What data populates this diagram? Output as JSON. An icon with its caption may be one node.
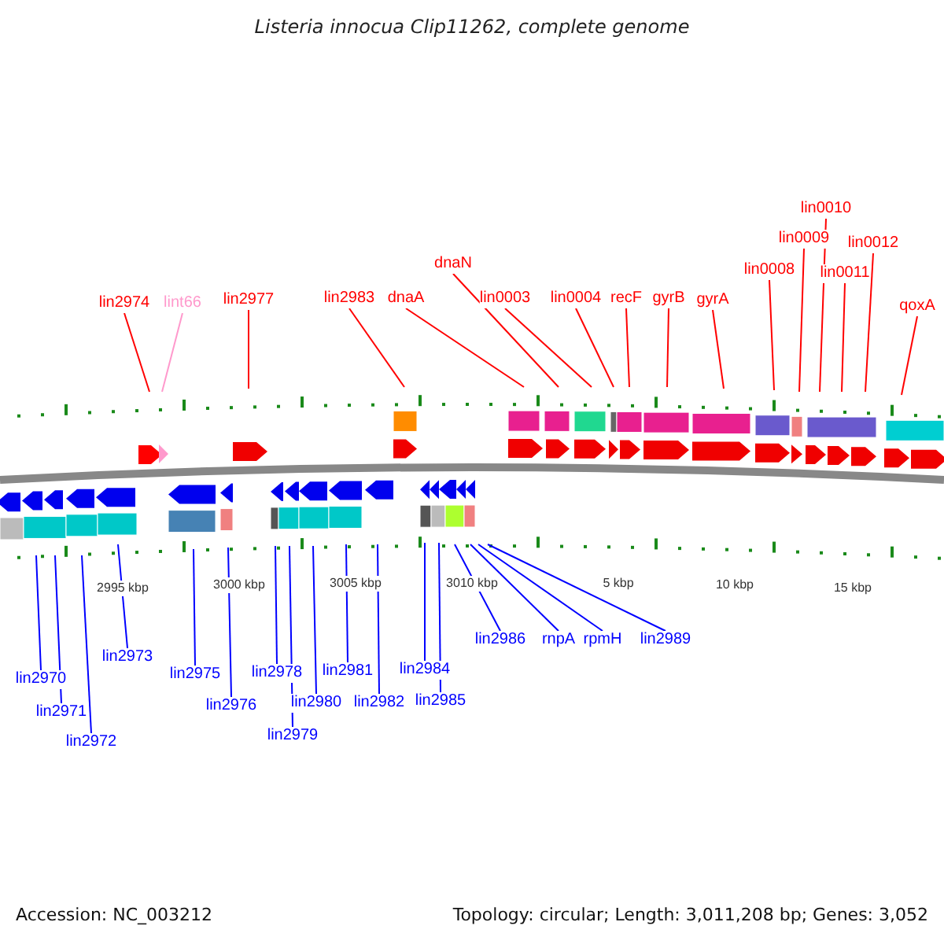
{
  "diagram": {
    "title": "Listeria innocua Clip11262, complete genome",
    "nodes": [
      {
        "text": [
          "lin2974"
        ]
      },
      {
        "text": [
          "lint66"
        ]
      },
      {
        "text": [
          "lin2977"
        ]
      },
      {
        "text": [
          "lin2983"
        ]
      },
      {
        "text": [
          "dnaA"
        ]
      },
      {
        "text": [
          "dnaN"
        ]
      },
      {
        "text": [
          "lin0003"
        ]
      },
      {
        "text": [
          "lin0004"
        ]
      },
      {
        "text": [
          "recF"
        ]
      },
      {
        "text": [
          "gyrB"
        ]
      },
      {
        "text": [
          "gyrA"
        ]
      },
      {
        "text": [
          "lin0008"
        ]
      },
      {
        "text": [
          "lin0009"
        ]
      },
      {
        "text": [
          "lin0010"
        ]
      },
      {
        "text": [
          "lin0011"
        ]
      },
      {
        "text": [
          "lin0012"
        ]
      },
      {
        "text": [
          "qoxA"
        ]
      },
      {
        "text": [
          "lin2970"
        ]
      },
      {
        "text": [
          "lin2971"
        ]
      },
      {
        "text": [
          "lin2972"
        ]
      },
      {
        "text": [
          "lin2973"
        ]
      },
      {
        "text": [
          "lin2975"
        ]
      },
      {
        "text": [
          "lin2976"
        ]
      },
      {
        "text": [
          "lin2978"
        ]
      },
      {
        "text": [
          "lin2979"
        ]
      },
      {
        "text": [
          "lin2980"
        ]
      },
      {
        "text": [
          "lin2981"
        ]
      },
      {
        "text": [
          "lin2982"
        ]
      },
      {
        "text": [
          "lin2984"
        ]
      },
      {
        "text": [
          "lin2985"
        ]
      },
      {
        "text": [
          "lin2986"
        ]
      },
      {
        "text": [
          "rnpA"
        ]
      },
      {
        "text": [
          "rpmH"
        ]
      },
      {
        "text": [
          "lin2989"
        ]
      }
    ],
    "edges": [
      {
        "from": 0,
        "to": null,
        "arrow": "none",
        "color": "#ff0000"
      },
      {
        "from": 1,
        "to": null,
        "arrow": "none",
        "color": "#ff99cc"
      },
      {
        "from": 2,
        "to": null,
        "arrow": "none",
        "color": "#ff0000"
      },
      {
        "from": 3,
        "to": null,
        "arrow": "none",
        "color": "#ff0000"
      },
      {
        "from": 4,
        "to": null,
        "arrow": "none",
        "color": "#ff0000"
      },
      {
        "from": 5,
        "to": null,
        "arrow": "none",
        "color": "#ff0000"
      },
      {
        "from": 6,
        "to": null,
        "arrow": "none",
        "color": "#ff0000"
      },
      {
        "from": 7,
        "to": null,
        "arrow": "none",
        "color": "#ff0000"
      },
      {
        "from": 8,
        "to": null,
        "arrow": "none",
        "color": "#ff0000"
      },
      {
        "from": 9,
        "to": null,
        "arrow": "none",
        "color": "#ff0000"
      },
      {
        "from": 10,
        "to": null,
        "arrow": "none",
        "color": "#ff0000"
      },
      {
        "from": 11,
        "to": null,
        "arrow": "none",
        "color": "#ff0000"
      },
      {
        "from": 12,
        "to": null,
        "arrow": "none",
        "color": "#ff0000"
      },
      {
        "from": 13,
        "to": null,
        "arrow": "none",
        "color": "#ff0000"
      },
      {
        "from": 14,
        "to": null,
        "arrow": "none",
        "color": "#ff0000"
      },
      {
        "from": 15,
        "to": null,
        "arrow": "none",
        "color": "#ff0000"
      },
      {
        "from": 16,
        "to": null,
        "arrow": "none",
        "color": "#ff0000"
      },
      {
        "from": 17,
        "to": null,
        "arrow": "none"
      },
      {
        "from": 18,
        "to": null,
        "arrow": "none"
      },
      {
        "from": 19,
        "to": null,
        "arrow": "none"
      },
      {
        "from": 20,
        "to": null,
        "arrow": "none"
      },
      {
        "from": 21,
        "to": null,
        "arrow": "none"
      },
      {
        "from": 22,
        "to": null,
        "arrow": "none"
      },
      {
        "from": 23,
        "to": null,
        "arrow": "none"
      },
      {
        "from": 24,
        "to": null,
        "arrow": "none"
      },
      {
        "from": 25,
        "to": null,
        "arrow": "none"
      },
      {
        "from": 26,
        "to": null,
        "arrow": "none"
      },
      {
        "from": 27,
        "to": null,
        "arrow": "none"
      },
      {
        "from": 28,
        "to": null,
        "arrow": "none"
      },
      {
        "from": 29,
        "to": null,
        "arrow": "none"
      },
      {
        "from": 30,
        "to": null,
        "arrow": "none"
      },
      {
        "from": 31,
        "to": null,
        "arrow": "none"
      },
      {
        "from": 32,
        "to": null,
        "arrow": "none"
      },
      {
        "from": 33,
        "to": null,
        "arrow": "none"
      }
    ],
    "labels": [
      "2995 kbp",
      "3000 kbp",
      "3005 kbp",
      "3010 kbp",
      "5 kbp",
      "10 kbp",
      "15 kbp",
      "Accession: NC_003212",
      "Topology: circular; Length: 3,011,208 bp; Genes: 3,052"
    ]
  }
}
